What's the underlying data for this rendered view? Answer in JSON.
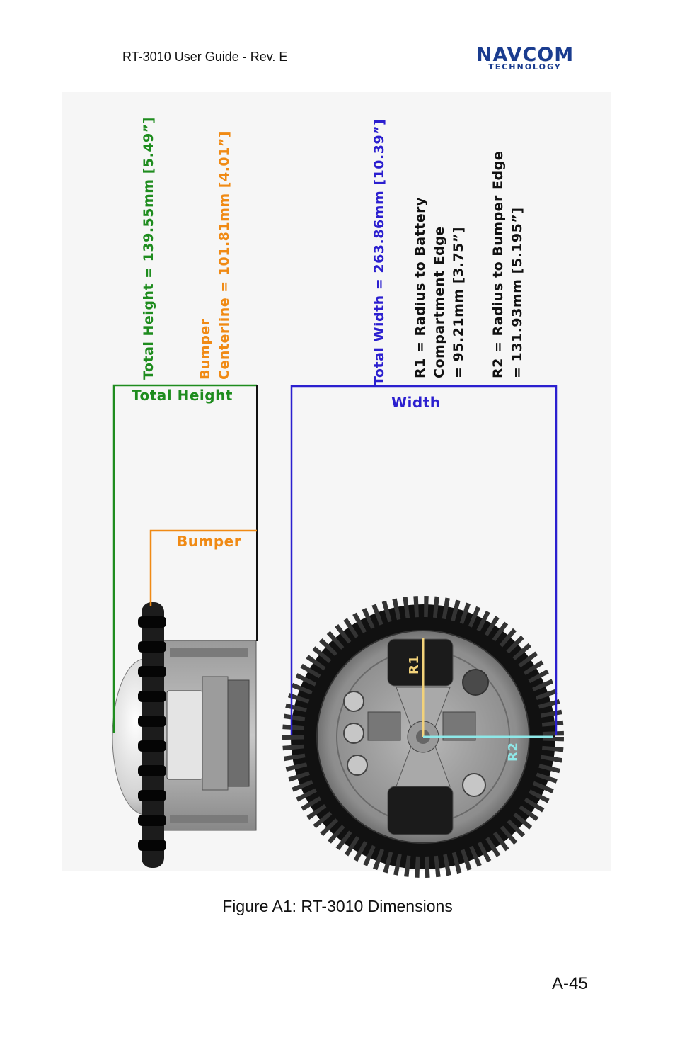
{
  "header": {
    "title": "RT-3010 User Guide - Rev. E",
    "logo_main": "NAVCOM",
    "logo_sub": "TECHNOLOGY"
  },
  "labels": {
    "total_height_dim": "Total Height = 139.55mm [5.49”]",
    "bumper_dim_line1": "Bumper",
    "bumper_dim_line2": "Centerline = 101.81mm [4.01”]",
    "total_width_dim": "Total Width = 263.86mm [10.39”]",
    "r1_line1": "R1 = Radius to Battery",
    "r1_line2": "Compartment Edge",
    "r1_line3": "= 95.21mm [3.75”]",
    "r2_line1": "R2 = Radius to Bumper Edge",
    "r2_line2": "= 131.93mm [5.195”]",
    "total_height_tag": "Total Height",
    "bumper_tag": "Bumper",
    "width_tag": "Width",
    "r1_tag": "R1",
    "r2_tag": "R2"
  },
  "colors": {
    "height": "#1e8c1e",
    "bumper": "#f08a14",
    "width": "#2b1fcf",
    "r1": "#f2d27a",
    "r2": "#8ee8e8"
  },
  "figure": {
    "caption": "Figure A1: RT-3010 Dimensions"
  },
  "page": {
    "number": "A-45"
  }
}
